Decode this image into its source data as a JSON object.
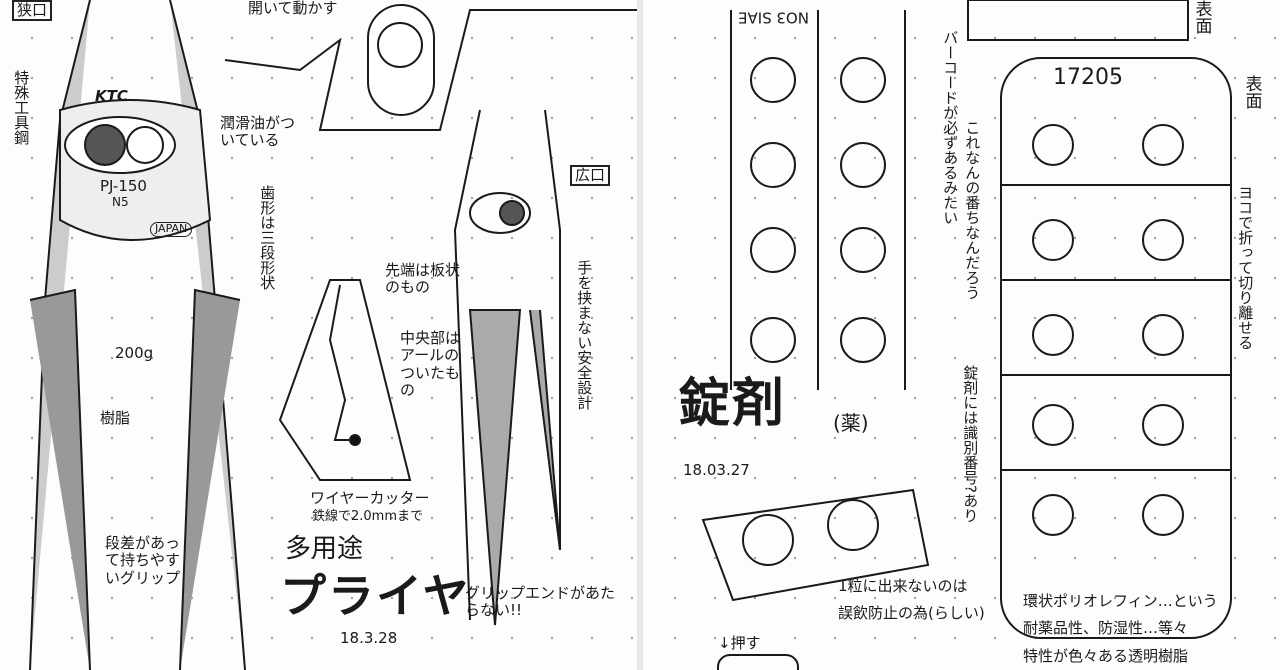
{
  "left_page": {
    "labels": {
      "narrow_jaw": "狭口",
      "wide_jaw": "広口",
      "special_steel": "特殊工具鋼",
      "lubricant": "潤滑油がついている",
      "open_move": "開いて動かす",
      "brand": "KTC",
      "model": "PJ-150",
      "mark": "N5",
      "origin": "JAPAN",
      "weight": "200g",
      "resin": "樹脂",
      "teeth": "歯形は三段形状",
      "tip": "先端は板状のもの",
      "middle": "中央部はアールのついたもの",
      "cutter": "ワイヤーカッター",
      "cutter_note": "鉄線で2.0mmまで",
      "safe": "手を挟まない安全設計",
      "grip": "段差があって持ちやすいグリップ",
      "grip_end": "グリップエンドがあたらない!!",
      "purpose": "多用途",
      "title": "プライヤ",
      "date": "18.3.28"
    }
  },
  "right_page": {
    "labels": {
      "blister_print": "NO3 SIAE",
      "lot": "17205",
      "front1": "表面",
      "front2": "表面",
      "barcode_note": "バーコードが必ずあるみたい",
      "why": "これなんの番ちなんだろう",
      "fold": "ヨコで折って切り離せる",
      "id_note": "錠剤には識別番号?あり",
      "title": "錠剤",
      "subtitle": "(薬)",
      "date": "18.03.27",
      "single": "1粒に出来ないのは",
      "single2": "誤飲防止の為(らしい)",
      "push": "↓押す",
      "material1": "環状ポリオレフィン…という",
      "material2": "耐薬品性、防湿性…等々",
      "material3": "特性が色々ある透明樹脂"
    }
  },
  "colors": {
    "ink": "#1a1a1a",
    "paper": "#fdfdfd",
    "shade": "#b9b9b9"
  }
}
